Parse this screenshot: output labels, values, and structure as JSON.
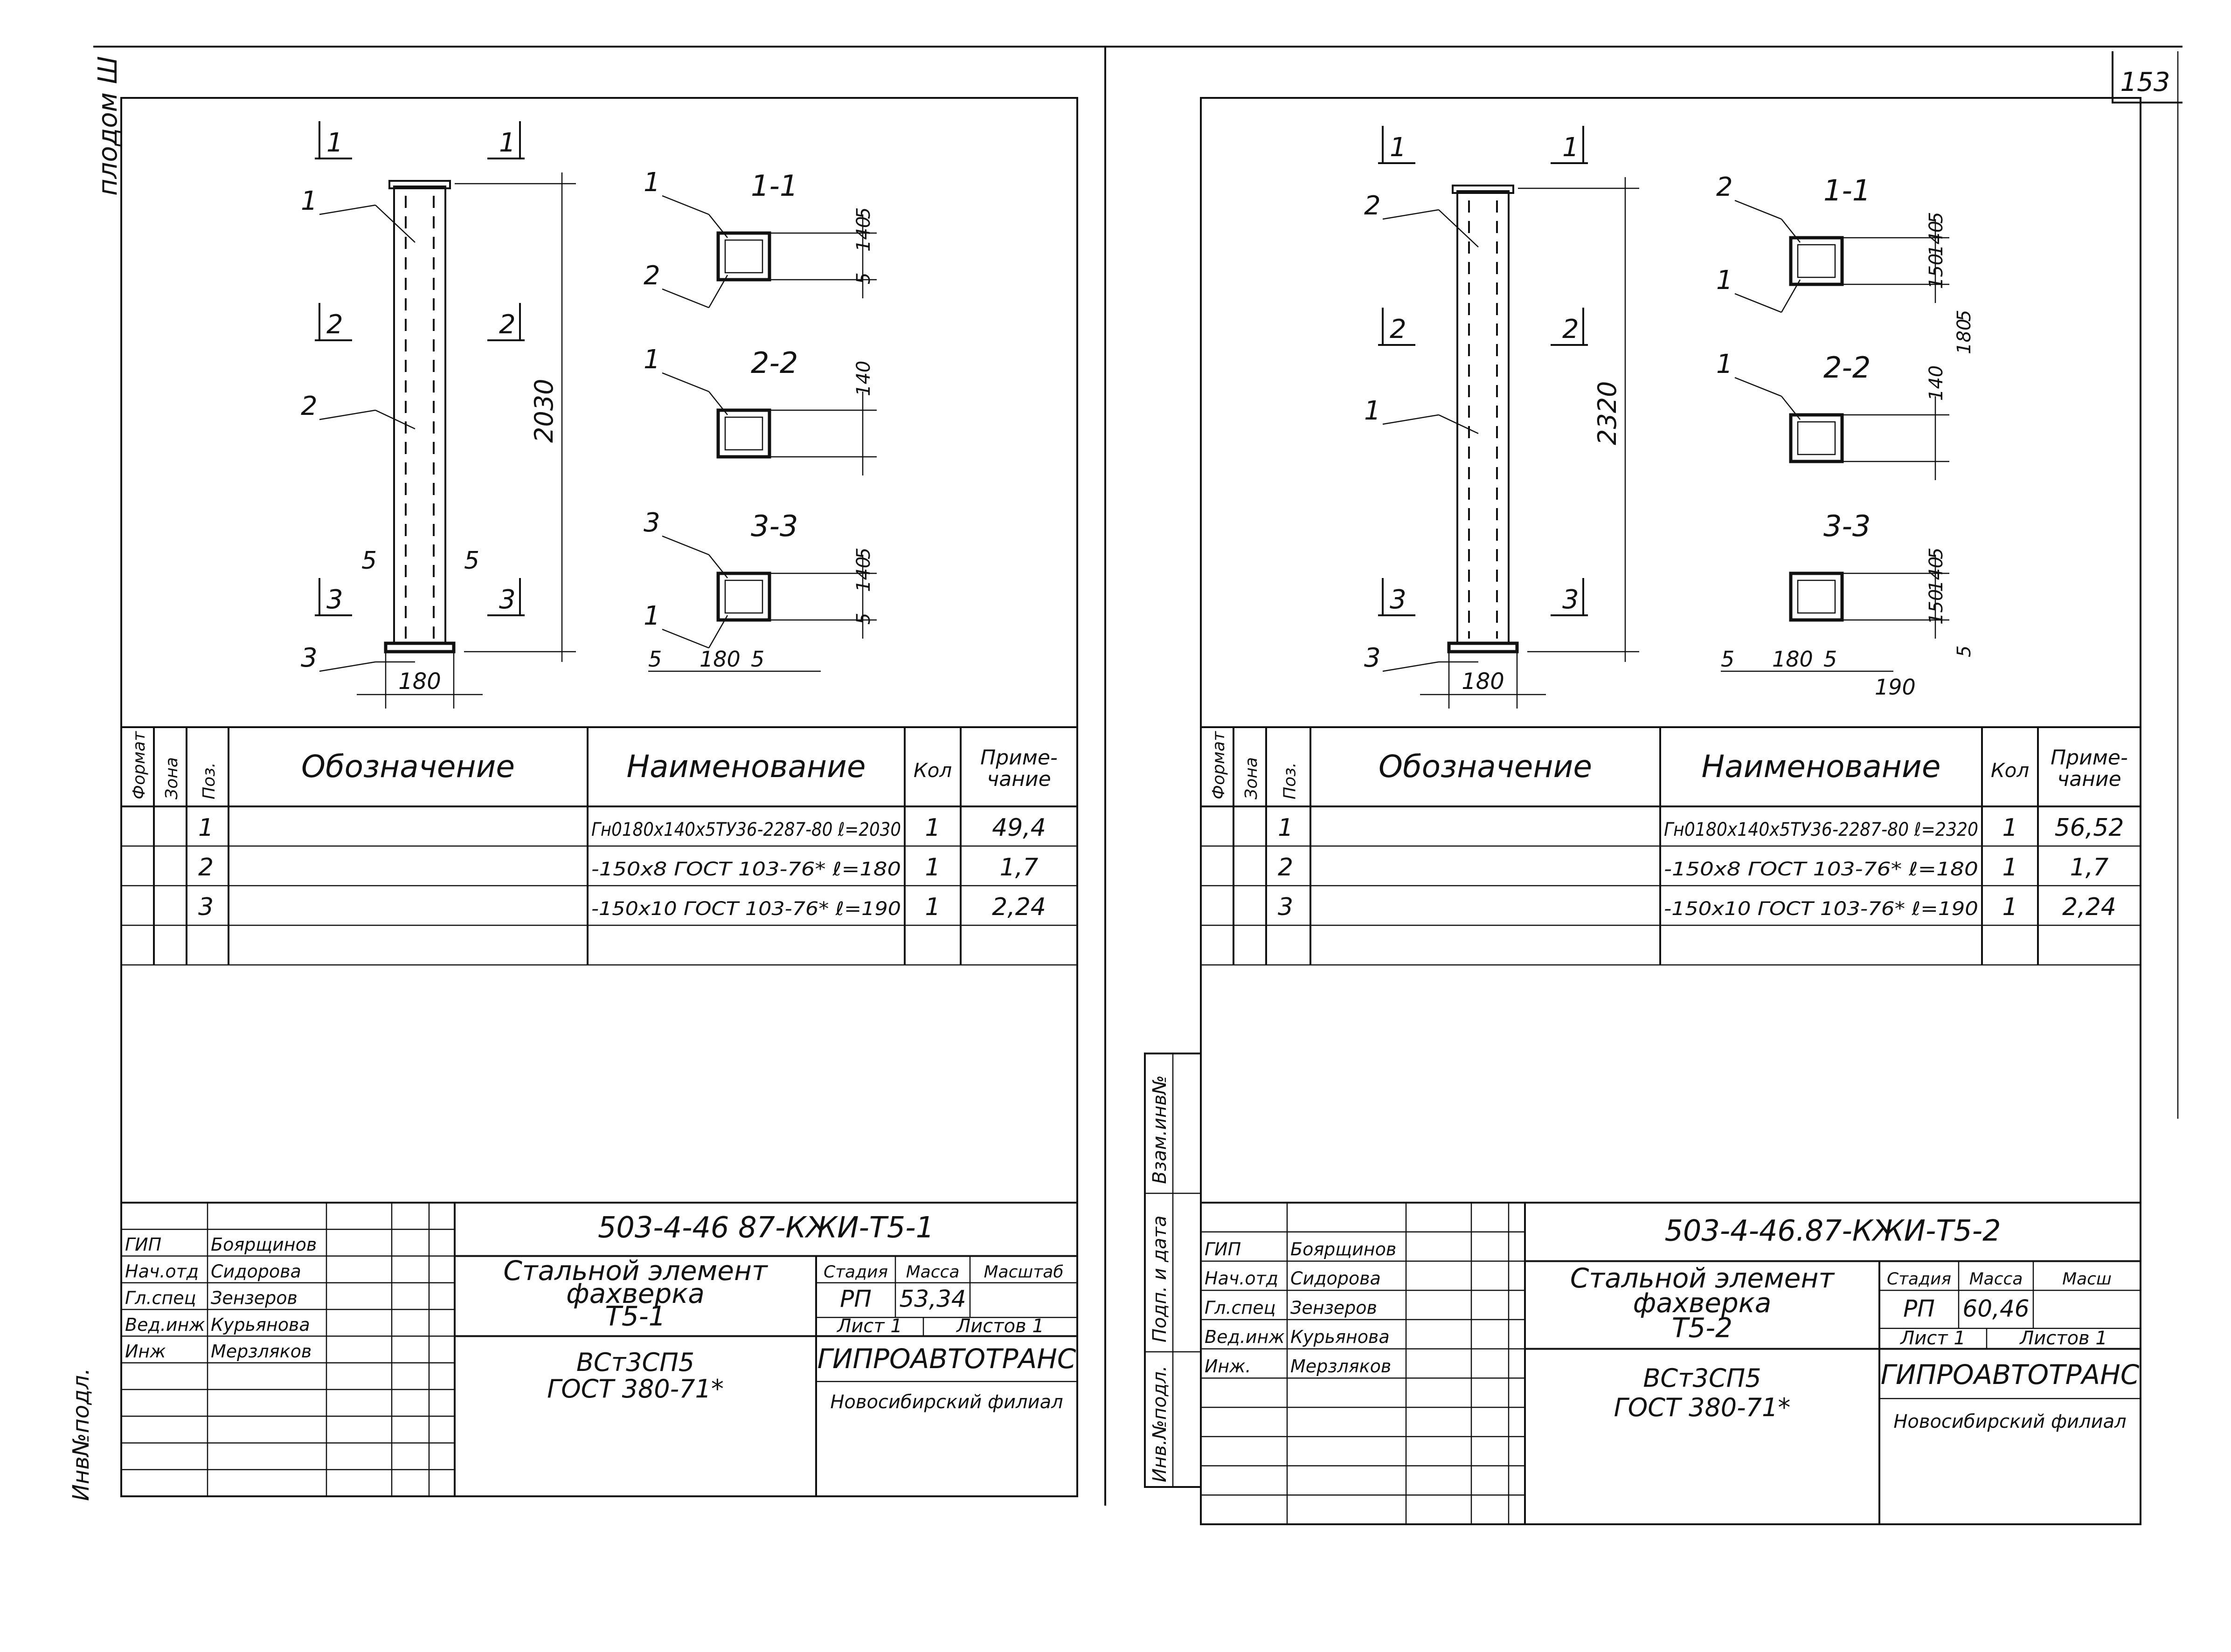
{
  "page_number": "153",
  "side_note": "плодом Ш",
  "side_left_stamp": "Инв№подл.",
  "side_right_labels": [
    "Инв.№подл.",
    "Подп. и дата",
    "Взам.инв№"
  ],
  "sheets": [
    {
      "drawing": {
        "height_dim": "2030",
        "width_dim": "180",
        "pos_labels": [
          "1",
          "2",
          "3"
        ],
        "small_dims": [
          "5",
          "5"
        ],
        "cuts": [
          "1",
          "1",
          "2",
          "2",
          "3",
          "3"
        ],
        "sections": [
          {
            "title": "1-1",
            "pos": [
              "1",
              "2"
            ],
            "dims": [
              "5",
              "140",
              "5"
            ]
          },
          {
            "title": "2-2",
            "pos": [
              "1"
            ],
            "dims": [
              "140"
            ]
          },
          {
            "title": "3-3",
            "pos": [
              "3",
              "1"
            ],
            "dims": [
              "5",
              "140",
              "5"
            ],
            "bottom_dims": [
              "5",
              "180",
              "5"
            ]
          }
        ]
      },
      "spec": {
        "headers": [
          "Формат",
          "Зона",
          "Поз.",
          "Обозначение",
          "Наименование",
          "Кол",
          "Приме-\nчание"
        ],
        "rows": [
          {
            "pos": "1",
            "name": "Гн0180х140х5ТУ36-2287-80 ℓ=2030",
            "qty": "1",
            "note": "49,4"
          },
          {
            "pos": "2",
            "name": "-150х8 ГОСТ 103-76* ℓ=180",
            "qty": "1",
            "note": "1,7"
          },
          {
            "pos": "3",
            "name": "-150х10 ГОСТ 103-76* ℓ=190",
            "qty": "1",
            "note": "2,24"
          }
        ]
      },
      "title_block": {
        "code": "503-4-46 87-КЖИ-Т5-1",
        "roles": [
          "ГИП",
          "Нач.отд",
          "Гл.спец",
          "Вед.инж",
          "Инж"
        ],
        "names": [
          "Боярщинов",
          "Сидорова",
          "Зензеров",
          "Курьянова",
          "Мерзляков"
        ],
        "title_lines": [
          "Стальной элемент",
          "фахверка",
          "Т5-1"
        ],
        "material": [
          "ВСт3СП5",
          "ГОСТ 380-71*"
        ],
        "stage_h": "Стадия",
        "mass_h": "Масса",
        "scale_h": "Масштаб",
        "stage": "РП",
        "mass": "53,34",
        "sheet": "Лист 1",
        "sheets": "Листов 1",
        "org": "ГИПРОАВТОТРАНС",
        "branch": "Новосибирский филиал"
      }
    },
    {
      "drawing": {
        "height_dim": "2320",
        "width_dim": "180",
        "pos_labels": [
          "2",
          "1",
          "3"
        ],
        "small_dims": [],
        "cuts": [
          "1",
          "1",
          "2",
          "2",
          "3",
          "3"
        ],
        "sections": [
          {
            "title": "1-1",
            "pos": [
              "2",
              "1"
            ],
            "dims": [
              "5",
              "140",
              "150",
              "5",
              "180"
            ]
          },
          {
            "title": "2-2",
            "pos": [
              "1"
            ],
            "dims": [
              "140"
            ]
          },
          {
            "title": "3-3",
            "pos": [],
            "dims": [
              "5",
              "140",
              "150",
              "5"
            ],
            "bottom_dims": [
              "5",
              "180",
              "5",
              "190"
            ]
          }
        ]
      },
      "spec": {
        "headers": [
          "Формат",
          "Зона",
          "Поз.",
          "Обозначение",
          "Наименование",
          "Кол",
          "Приме-\nчание"
        ],
        "rows": [
          {
            "pos": "1",
            "name": "Гн0180х140х5ТУ36-2287-80 ℓ=2320",
            "qty": "1",
            "note": "56,52"
          },
          {
            "pos": "2",
            "name": "-150х8 ГОСТ 103-76* ℓ=180",
            "qty": "1",
            "note": "1,7"
          },
          {
            "pos": "3",
            "name": "-150х10 ГОСТ 103-76* ℓ=190",
            "qty": "1",
            "note": "2,24"
          }
        ]
      },
      "title_block": {
        "code": "503-4-46.87-КЖИ-Т5-2",
        "roles": [
          "ГИП",
          "Нач.отд",
          "Гл.спец",
          "Вед.инж",
          "Инж."
        ],
        "names": [
          "Боярщинов",
          "Сидорова",
          "Зензеров",
          "Курьянова",
          "Мерзляков"
        ],
        "title_lines": [
          "Стальной элемент",
          "фахверка",
          "Т5-2"
        ],
        "material": [
          "ВСт3СП5",
          "ГОСТ 380-71*"
        ],
        "stage_h": "Стадия",
        "mass_h": "Масса",
        "scale_h": "Масш",
        "stage": "РП",
        "mass": "60,46",
        "sheet": "Лист 1",
        "sheets": "Листов 1",
        "org": "ГИПРОАВТОТРАНС",
        "branch": "Новосибирский филиал"
      }
    }
  ]
}
